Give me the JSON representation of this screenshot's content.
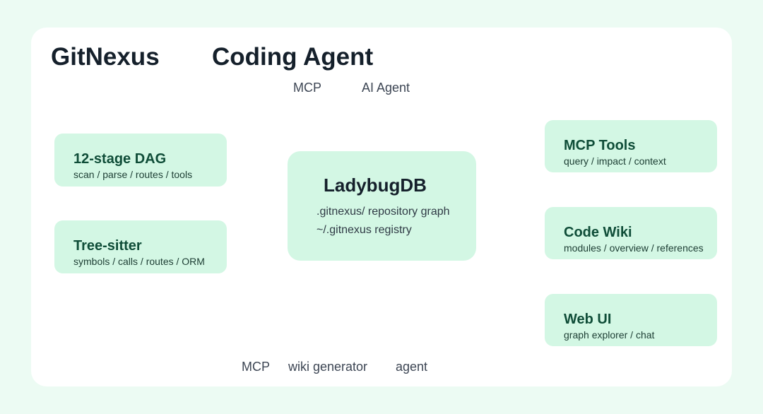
{
  "header": {
    "left_title": "GitNexus",
    "right_title": "Coding Agent",
    "top_labels": [
      "MCP",
      "AI Agent"
    ]
  },
  "left_boxes": [
    {
      "title": "12-stage DAG",
      "subtitle": "scan / parse / routes / tools"
    },
    {
      "title": "Tree-sitter",
      "subtitle": "symbols / calls / routes / ORM"
    }
  ],
  "center_box": {
    "title": "LadybugDB",
    "lines": [
      ".gitnexus/ repository graph",
      "~/.gitnexus registry"
    ]
  },
  "right_boxes": [
    {
      "title": "MCP Tools",
      "subtitle": "query / impact / context"
    },
    {
      "title": "Code Wiki",
      "subtitle": "modules / overview / references"
    },
    {
      "title": "Web UI",
      "subtitle": "graph explorer / chat"
    }
  ],
  "bottom_labels": [
    "MCP",
    "wiki generator",
    "agent"
  ],
  "colors": {
    "background": "#ecfbf3",
    "panel": "#ffffff",
    "box_fill": "#d3f7e4",
    "box_title": "#0f4d38",
    "heading": "#15202b"
  }
}
